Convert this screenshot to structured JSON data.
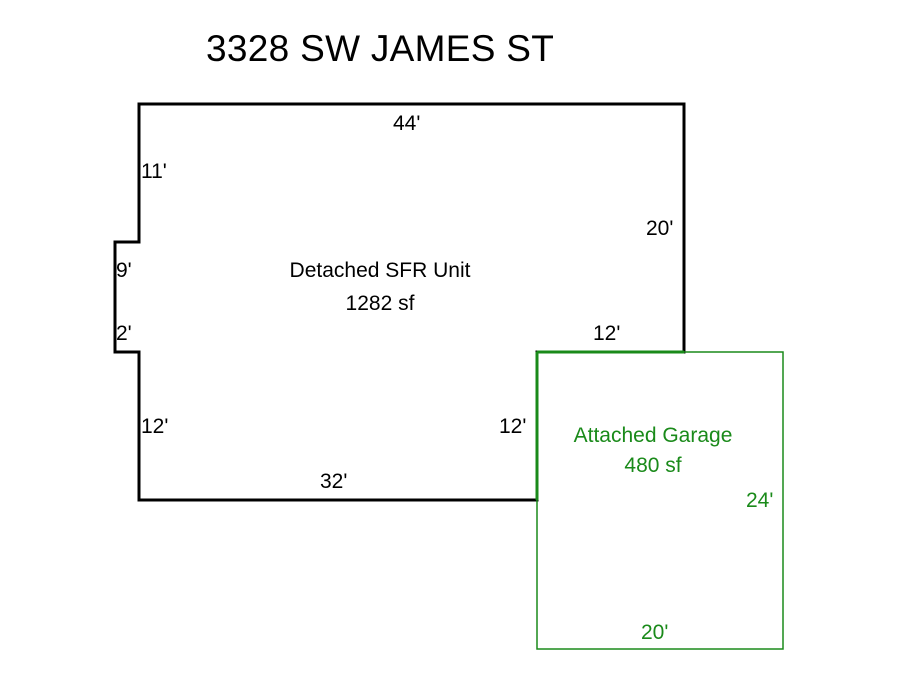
{
  "title": "3328 SW JAMES ST",
  "colors": {
    "house_outline": "#000000",
    "garage_outline": "#1a8a1a",
    "background": "#ffffff"
  },
  "house": {
    "name": "Detached SFR Unit",
    "area": "1282 sf",
    "dimensions": {
      "top": "44'",
      "left_upper": "11'",
      "bump_left": "9'",
      "bump_bottom": "2'",
      "left_lower": "12'",
      "right": "20'",
      "shared_top": "12'",
      "shared_left": "12'",
      "bottom": "32'"
    }
  },
  "garage": {
    "name": "Attached Garage",
    "area": "480 sf",
    "dimensions": {
      "right": "24'",
      "bottom": "20'"
    }
  }
}
